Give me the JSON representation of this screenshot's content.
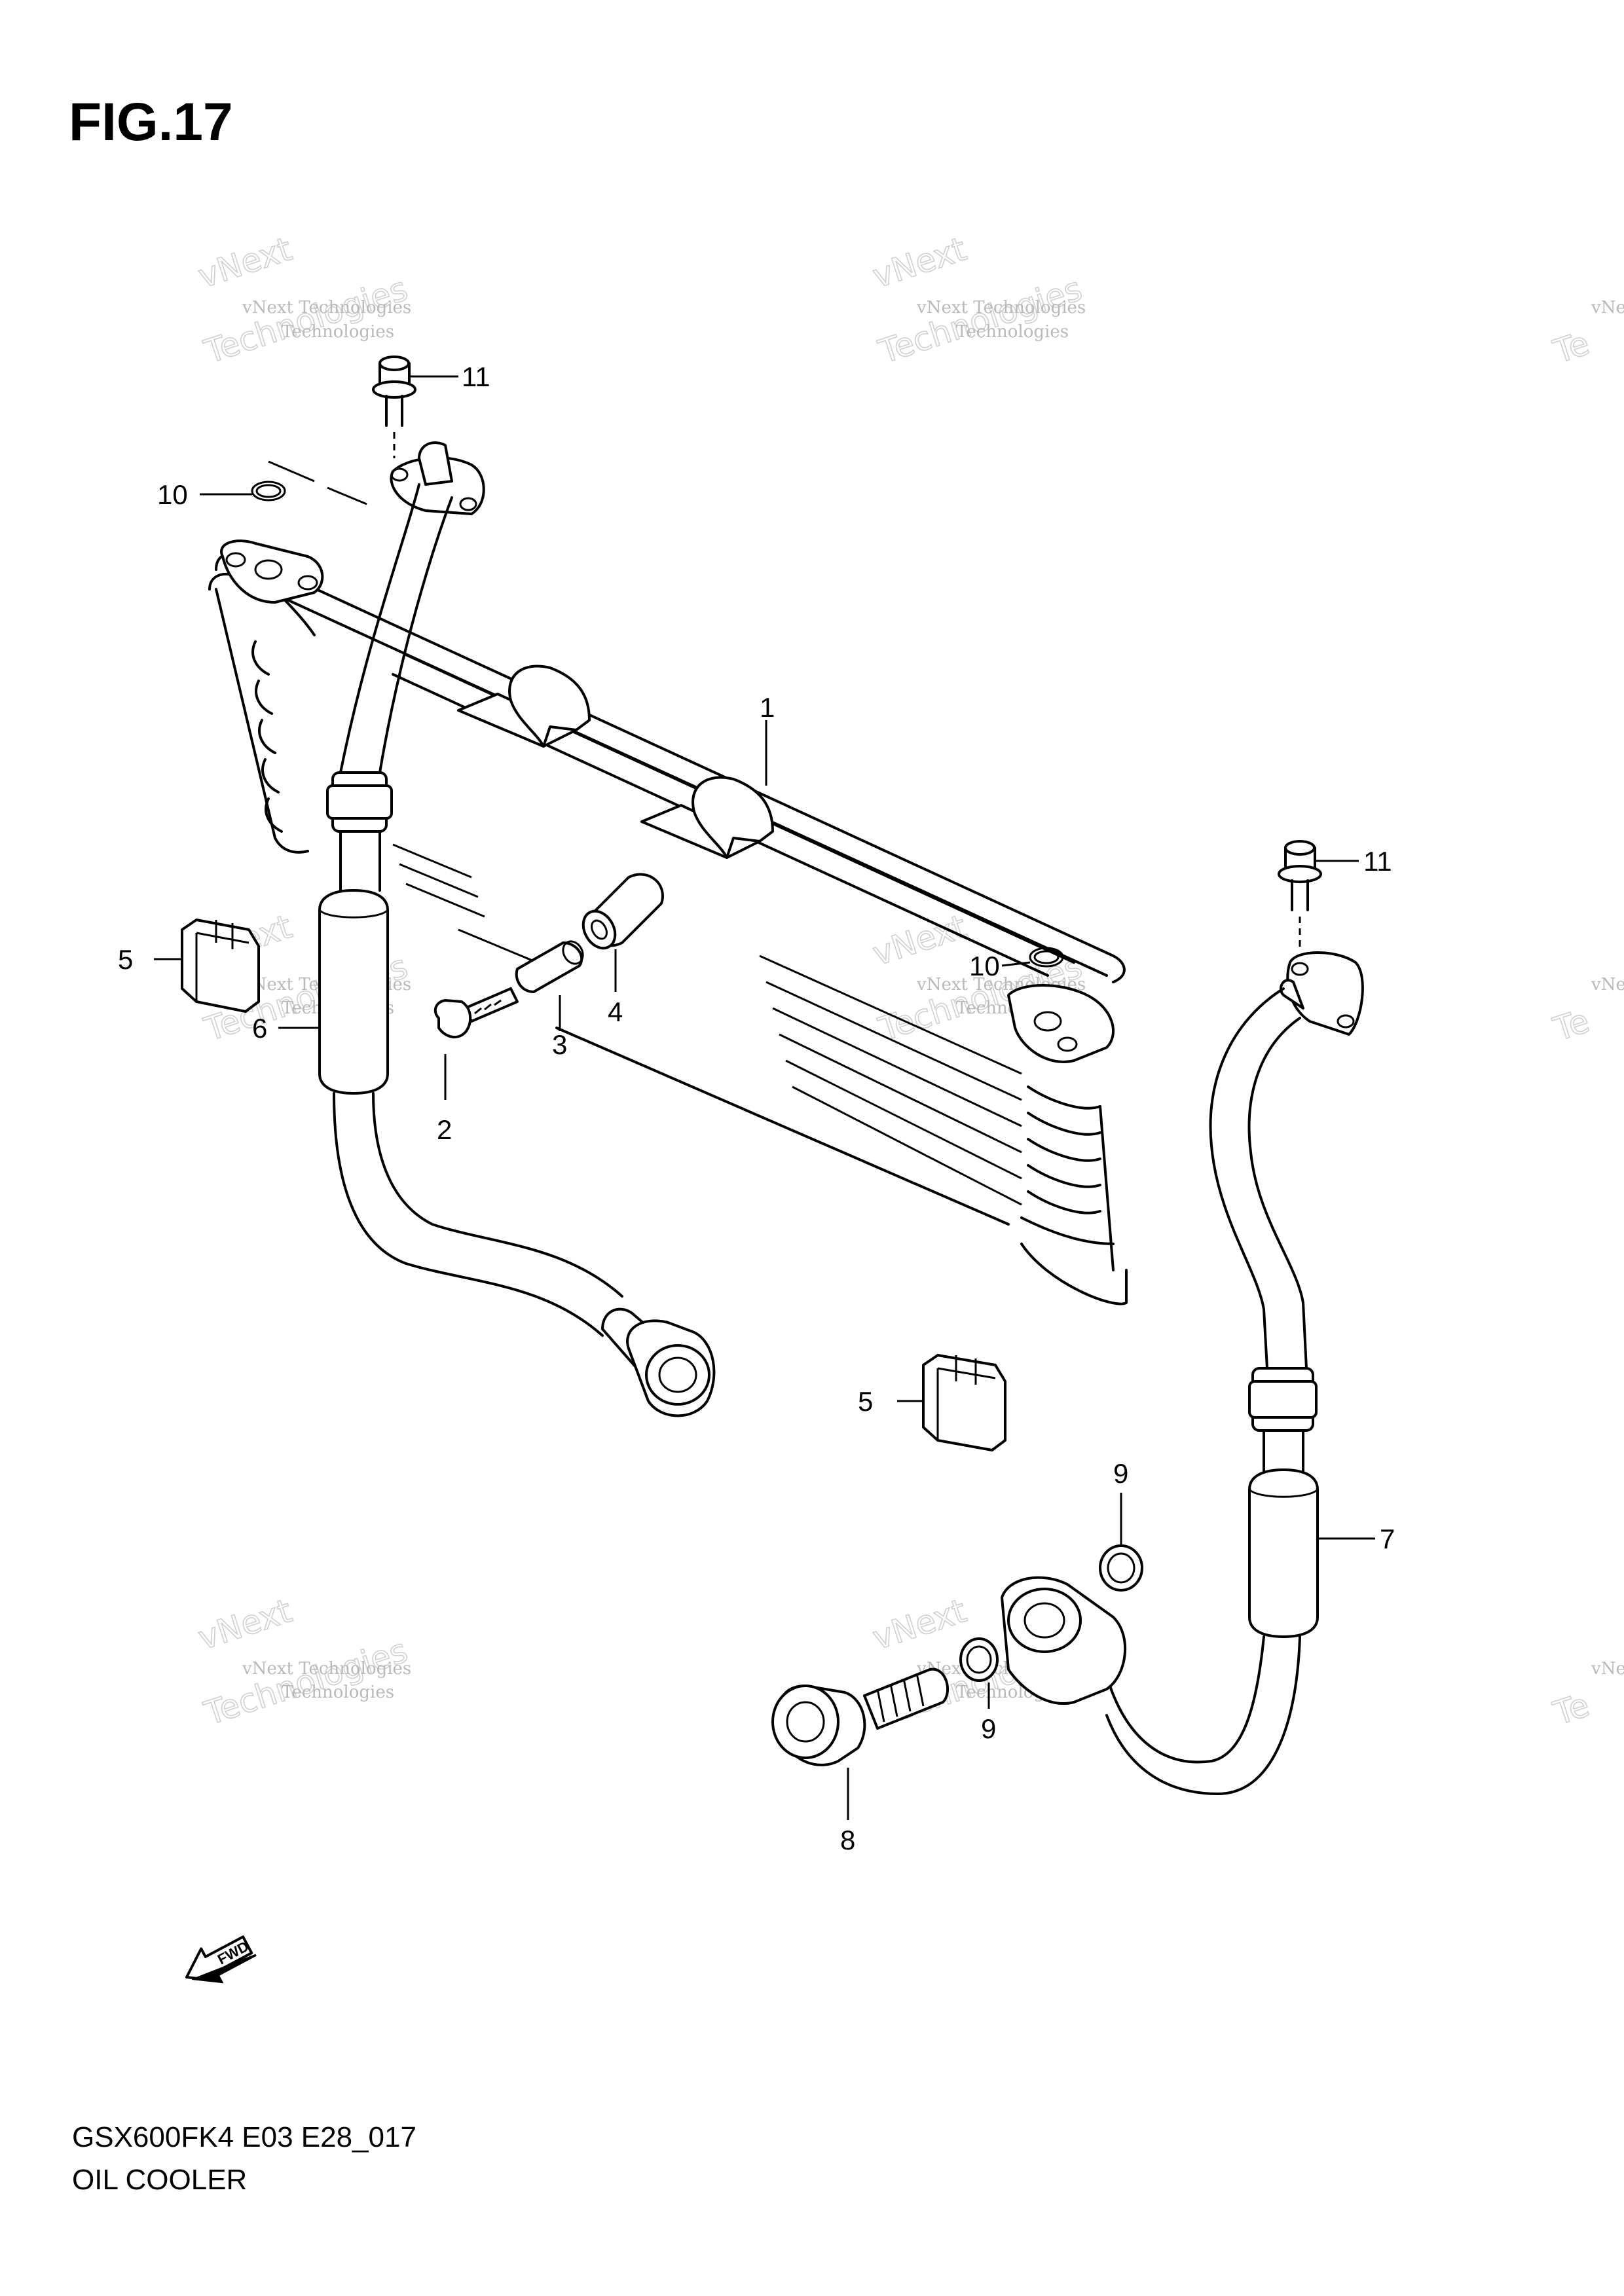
{
  "figure_title": "FIG.17",
  "model_code": "GSX600FK4 E03 E28_017",
  "caption": "OIL COOLER",
  "watermark": {
    "line1": "vNext Technologies",
    "line2": "vNext",
    "line3": "Technologies"
  },
  "fwd_label": "FWD",
  "callouts": [
    {
      "id": "1",
      "text": "1"
    },
    {
      "id": "2",
      "text": "2"
    },
    {
      "id": "3",
      "text": "3"
    },
    {
      "id": "4",
      "text": "4"
    },
    {
      "id": "5a",
      "text": "5"
    },
    {
      "id": "5b",
      "text": "5"
    },
    {
      "id": "6",
      "text": "6"
    },
    {
      "id": "7",
      "text": "7"
    },
    {
      "id": "8",
      "text": "8"
    },
    {
      "id": "9a",
      "text": "9"
    },
    {
      "id": "9b",
      "text": "9"
    },
    {
      "id": "10a",
      "text": "10"
    },
    {
      "id": "10b",
      "text": "10"
    },
    {
      "id": "11a",
      "text": "11"
    },
    {
      "id": "11b",
      "text": "11"
    }
  ]
}
